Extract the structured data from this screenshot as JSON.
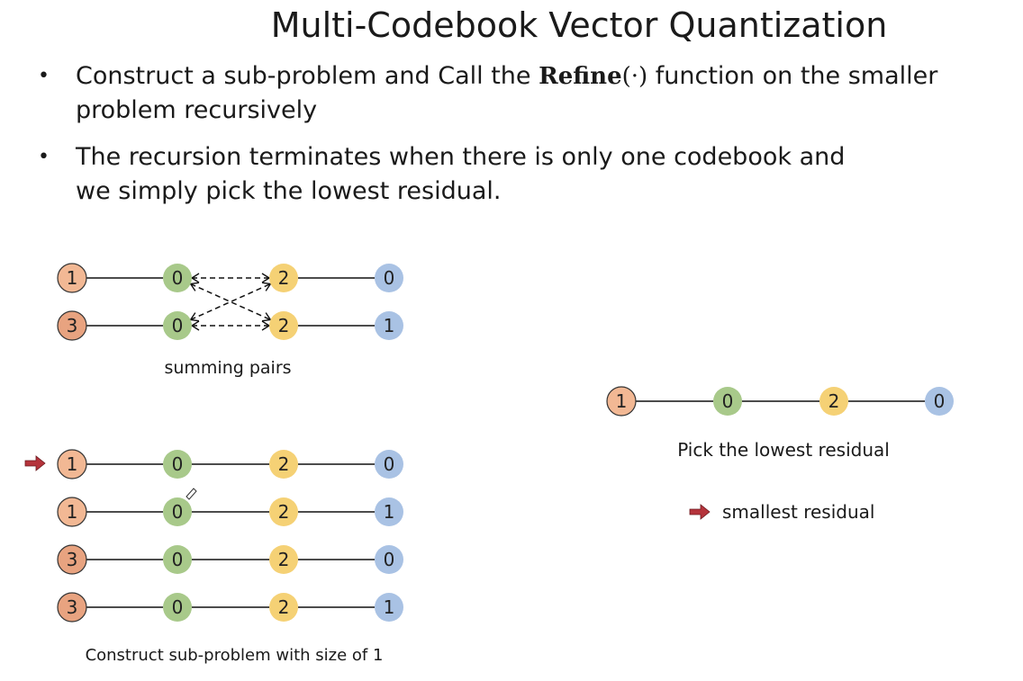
{
  "title": "Multi-Codebook Vector Quantization",
  "bullets": {
    "b1_pre": "Construct a sub-problem and Call the ",
    "b1_fn": "Refine",
    "b1_arg": "(·)",
    "b1_post": " function on the smaller",
    "b1_line2": "problem recursively",
    "b2_line1": "The recursion terminates when there is only one codebook and",
    "b2_line2": "we simply pick the lowest residual."
  },
  "colors": {
    "codebook1": "#f2b894",
    "codebook1_alt": "#e8a380",
    "codebook2": "#a8c98a",
    "codebook3": "#f5d175",
    "codebook4": "#a9c2e4",
    "arrow": "#b5333b"
  },
  "summing_rows": [
    [
      "1",
      "0",
      "2",
      "0"
    ],
    [
      "3",
      "0",
      "2",
      "1"
    ]
  ],
  "summing_caption": "summing pairs",
  "subproblem_rows": [
    [
      "1",
      "0",
      "2",
      "0"
    ],
    [
      "1",
      "0",
      "2",
      "1"
    ],
    [
      "3",
      "0",
      "2",
      "0"
    ],
    [
      "3",
      "0",
      "2",
      "1"
    ]
  ],
  "subproblem_caption": "Construct sub-problem with size of 1",
  "result_row": [
    "1",
    "0",
    "2",
    "0"
  ],
  "result_caption": "Pick the lowest residual",
  "legend_label": "smallest residual"
}
